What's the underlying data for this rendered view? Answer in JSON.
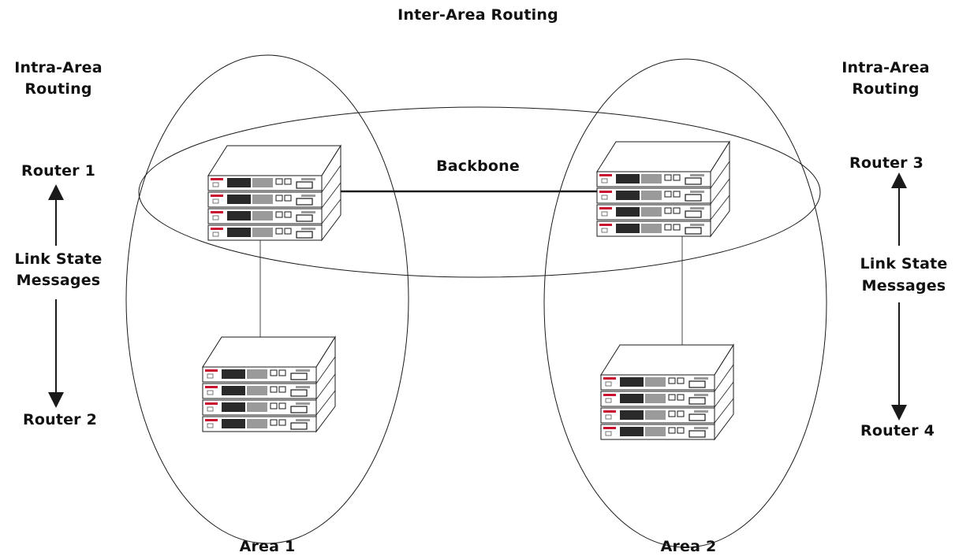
{
  "title": "Inter-Area Routing",
  "left_panel": {
    "heading_line1": "Intra-Area",
    "heading_line2": "Routing",
    "top_router": "Router 1",
    "message_line1": "Link State",
    "message_line2": "Messages",
    "bottom_router": "Router 2"
  },
  "right_panel": {
    "heading_line1": "Intra-Area",
    "heading_line2": "Routing",
    "top_router": "Router 3",
    "message_line1": "Link State",
    "message_line2": "Messages",
    "bottom_router": "Router 4"
  },
  "backbone_label": "Backbone",
  "areas": [
    "Area 1",
    "Area 2"
  ],
  "colors": {
    "line": "#1a1a1a",
    "switch_body": "#ffffff",
    "port_dark": "#333333",
    "port_light": "#9a9a9a",
    "brand": "#c8102e"
  }
}
